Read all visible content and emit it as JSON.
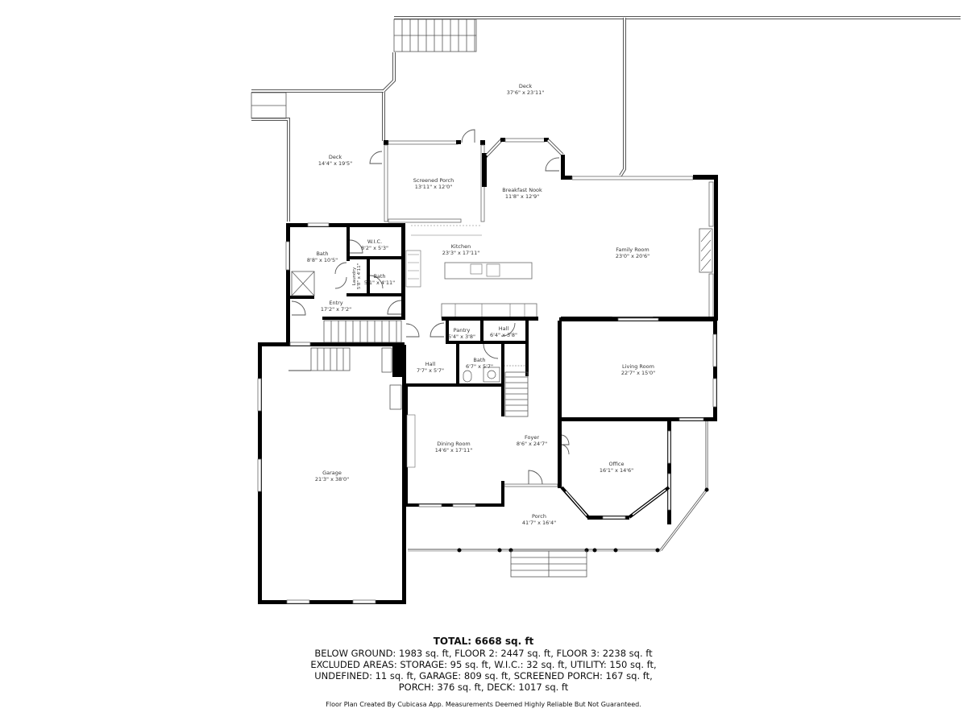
{
  "rooms": {
    "deck_large": {
      "name": "Deck",
      "dims": "37'6\" x 23'11\""
    },
    "deck_small": {
      "name": "Deck",
      "dims": "14'4\" x 19'5\""
    },
    "screened_porch": {
      "name": "Screened Porch",
      "dims": "13'11\" x 12'0\""
    },
    "breakfast_nook": {
      "name": "Breakfast Nook",
      "dims": "11'8\" x 12'9\""
    },
    "kitchen": {
      "name": "Kitchen",
      "dims": "23'3\" x 17'11\""
    },
    "family_room": {
      "name": "Family Room",
      "dims": "23'0\" x 20'6\""
    },
    "bath_master": {
      "name": "Bath",
      "dims": "8'8\" x 10'5\""
    },
    "wic": {
      "name": "W.I.C.",
      "dims": "8'2\" x 5'3\""
    },
    "laundry": {
      "name": "Laundry",
      "dims": "5'8\" x 4'11\""
    },
    "bath_small": {
      "name": "Bath",
      "dims": "5'1\" x 4'11\""
    },
    "entry": {
      "name": "Entry",
      "dims": "17'2\" x 7'2\""
    },
    "pantry": {
      "name": "Pantry",
      "dims": "5'4\" x 3'8\""
    },
    "hall_upper": {
      "name": "Hall",
      "dims": "6'4\" x 3'8\""
    },
    "hall_lower": {
      "name": "Hall",
      "dims": "7'7\" x 5'7\""
    },
    "bath_hall": {
      "name": "Bath",
      "dims": "6'7\" x 5'7\""
    },
    "living_room": {
      "name": "Living Room",
      "dims": "22'7\" x 15'0\""
    },
    "dining_room": {
      "name": "Dining Room",
      "dims": "14'6\" x 17'11\""
    },
    "foyer": {
      "name": "Foyer",
      "dims": "8'6\" x 24'7\""
    },
    "office": {
      "name": "Office",
      "dims": "16'1\" x 14'6\""
    },
    "porch": {
      "name": "Porch",
      "dims": "41'7\" x 16'4\""
    },
    "garage": {
      "name": "Garage",
      "dims": "21'3\" x 38'0\""
    }
  },
  "summary": {
    "total": "TOTAL: 6668 sq. ft",
    "lines": [
      "BELOW GROUND: 1983 sq. ft, FLOOR 2: 2447 sq. ft, FLOOR 3: 2238 sq. ft",
      "EXCLUDED AREAS: STORAGE: 95 sq. ft, W.I.C.: 32 sq. ft, UTILITY: 150 sq. ft,",
      "UNDEFINED: 11 sq. ft, GARAGE: 809 sq. ft, SCREENED PORCH: 167 sq. ft,",
      "PORCH: 376 sq. ft, DECK: 1017 sq. ft"
    ]
  },
  "credit": "Floor Plan Created By Cubicasa App. Measurements Deemed Highly Reliable But Not Guaranteed."
}
